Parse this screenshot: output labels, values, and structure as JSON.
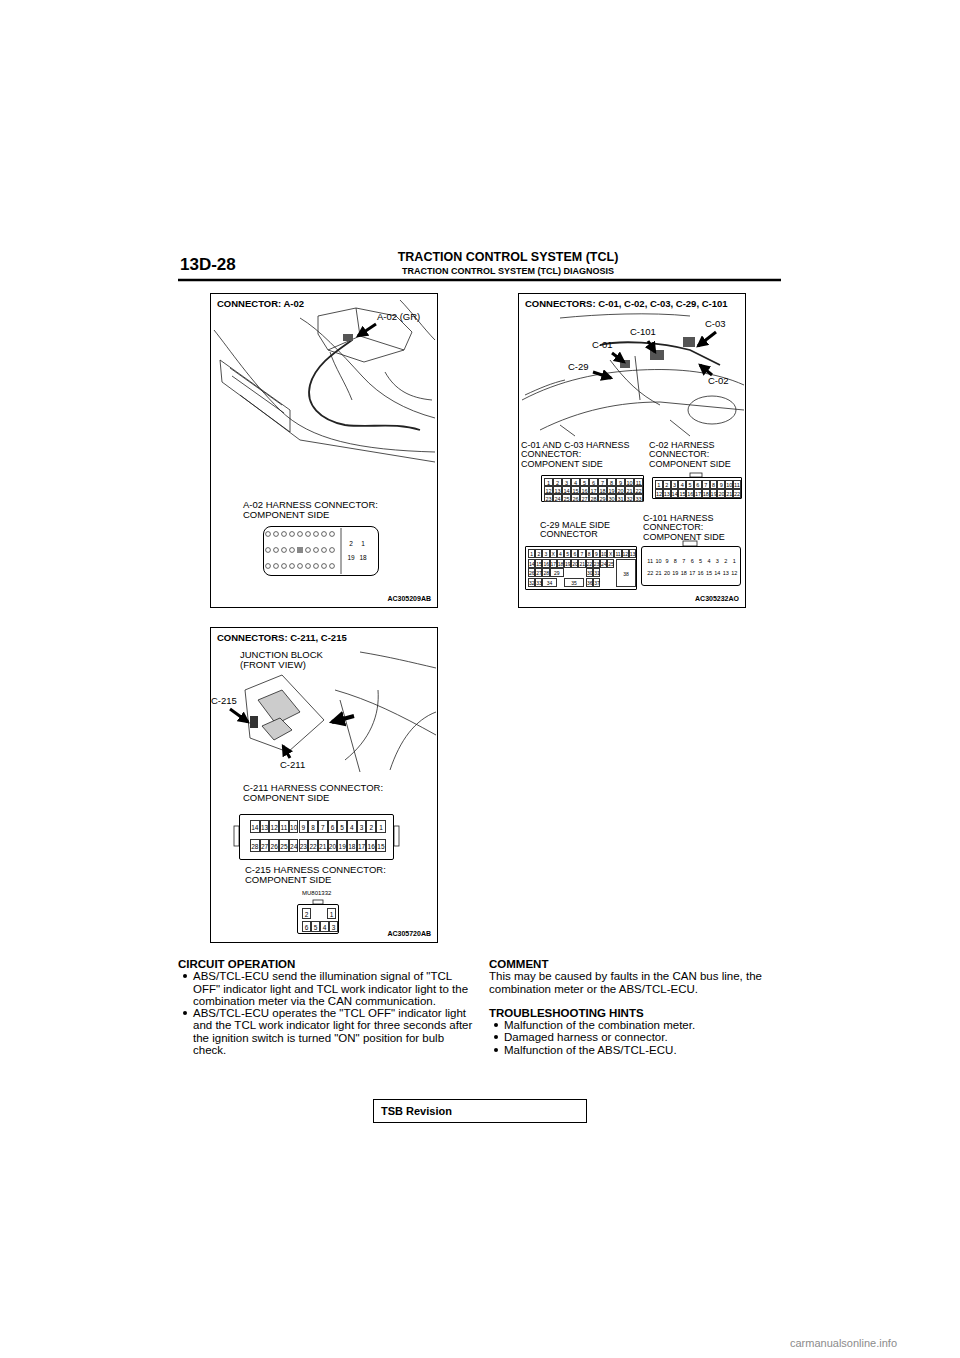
{
  "diagram": {
    "title": "TRACTION CONTROL SYSTEM (TCL)",
    "nodes": [
      {
        "text": [
          "CONNECTOR: A-02",
          "AC305209AB"
        ]
      },
      {
        "text": [
          "2",
          "1",
          "19",
          "18"
        ],
        "in": 0
      },
      {
        "text": [
          "CONNECTORS: C-01, C-02, C-03, C-29, C-101",
          "AC305232AO"
        ]
      },
      {
        "text": [
          "1",
          "2",
          "3",
          "4",
          "5",
          "6",
          "7",
          "8",
          "9",
          "10",
          "11",
          "12",
          "13",
          "14",
          "15",
          "16",
          "17",
          "18",
          "19",
          "20",
          "21",
          "22",
          "23",
          "24",
          "25",
          "26",
          "27",
          "28",
          "29",
          "30",
          "31",
          "32",
          "33"
        ],
        "in": 2
      },
      {
        "text": [
          "1",
          "2",
          "3",
          "4",
          "5",
          "6",
          "7",
          "8",
          "9",
          "10",
          "11",
          "12",
          "13",
          "14",
          "15",
          "16",
          "17",
          "18",
          "19",
          "20",
          "21",
          "22"
        ],
        "in": 2
      },
      {
        "text": [
          "1",
          "2",
          "3",
          "X",
          "4",
          "5",
          "6",
          "7",
          "8",
          "9",
          "10",
          "X",
          "11",
          "12",
          "13",
          "14",
          "15",
          "16",
          "17",
          "18",
          "19",
          "20",
          "21",
          "22",
          "23",
          "24",
          "25",
          "26",
          "27",
          "28",
          "29",
          "30",
          "31",
          "32",
          "33",
          "34",
          "35",
          "36",
          "37",
          "38"
        ],
        "in": 2
      },
      {
        "text": [
          "11",
          "10",
          "9",
          "8",
          "7",
          "6",
          "5",
          "4",
          "3",
          "2",
          "1",
          "22",
          "21",
          "20",
          "19",
          "18",
          "17",
          "16",
          "15",
          "14",
          "13",
          "12"
        ],
        "in": 2
      },
      {
        "text": [
          "CONNECTORS: C-211, C-215",
          "AC305720AB"
        ]
      },
      {
        "text": [
          "14",
          "13",
          "12",
          "11",
          "10",
          "9",
          "8",
          "7",
          "6",
          "5",
          "4",
          "3",
          "2",
          "1",
          "28",
          "27",
          "26",
          "25",
          "24",
          "23",
          "22",
          "21",
          "20",
          "19",
          "18",
          "17",
          "16",
          "15"
        ],
        "in": 7
      },
      {
        "text": [
          "2",
          "1",
          "6",
          "5",
          "4",
          "3"
        ],
        "in": 7
      },
      {
        "text": [
          "TSB Revision"
        ]
      }
    ],
    "labels": [
      "13D-28",
      "TRACTION CONTROL SYSTEM (TCL) DIAGNOSIS",
      "A-02 (GR)",
      "A-02 HARNESS CONNECTOR: COMPONENT SIDE",
      "C-03",
      "C-101",
      "C-01",
      "C-29",
      "C-02",
      "C-01 AND C-03 HARNESS CONNECTOR: COMPONENT SIDE",
      "C-02 HARNESS CONNECTOR: COMPONENT SIDE",
      "C-29 MALE SIDE CONNECTOR",
      "C-101 HARNESS CONNECTOR: COMPONENT SIDE",
      "JUNCTION BLOCK (FRONT VIEW)",
      "C-215",
      "C-211",
      "C-211 HARNESS CONNECTOR: COMPONENT SIDE",
      "C-215 HARNESS CONNECTOR: COMPONENT SIDE",
      "MU801332",
      "CIRCUIT OPERATION",
      "ABS/TCL-ECU send the illumination signal of \"TCL OFF\" indicator light and TCL work indicator light to the combination meter via the CAN communication.",
      "ABS/TCL-ECU operates the \"TCL OFF\" indicator light and the TCL work indicator light for three seconds after the ignition switch is turned \"ON\" position for bulb check.",
      "COMMENT",
      "This may be caused by faults in the CAN bus line, the combination meter or the ABS/TCL-ECU.",
      "TROUBLESHOOTING HINTS",
      "Malfunction of the combination meter.",
      "Damaged harness or connector.",
      "Malfunction of the ABS/TCL-ECU.",
      "carmanualsonline.info"
    ]
  }
}
